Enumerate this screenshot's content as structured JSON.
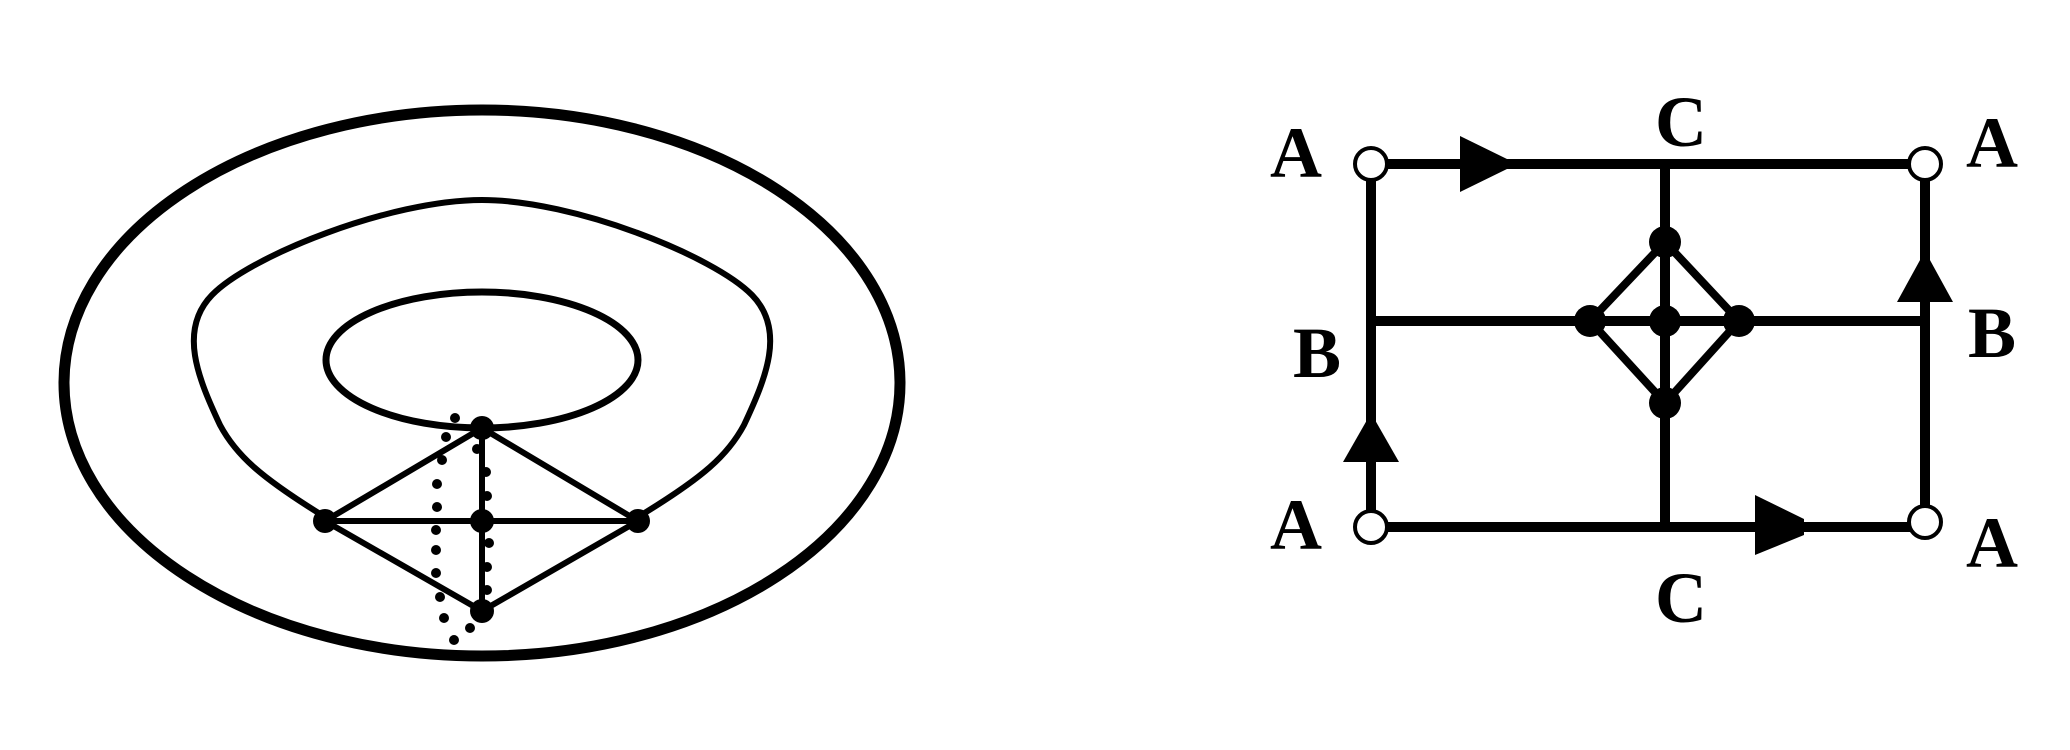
{
  "colors": {
    "stroke": "#000000",
    "background": "#ffffff",
    "hollow_vertex_fill": "#ffffff"
  },
  "torus_figure": {
    "description_icon": "torus-with-embedded-graph"
  },
  "square_figure": {
    "labels": {
      "top_left_corner": "A",
      "top_right_corner": "A",
      "bottom_left_corner": "A",
      "bottom_right_corner": "A",
      "left_middle": "B",
      "right_middle": "B",
      "top_middle": "C",
      "bottom_middle": "C"
    }
  }
}
